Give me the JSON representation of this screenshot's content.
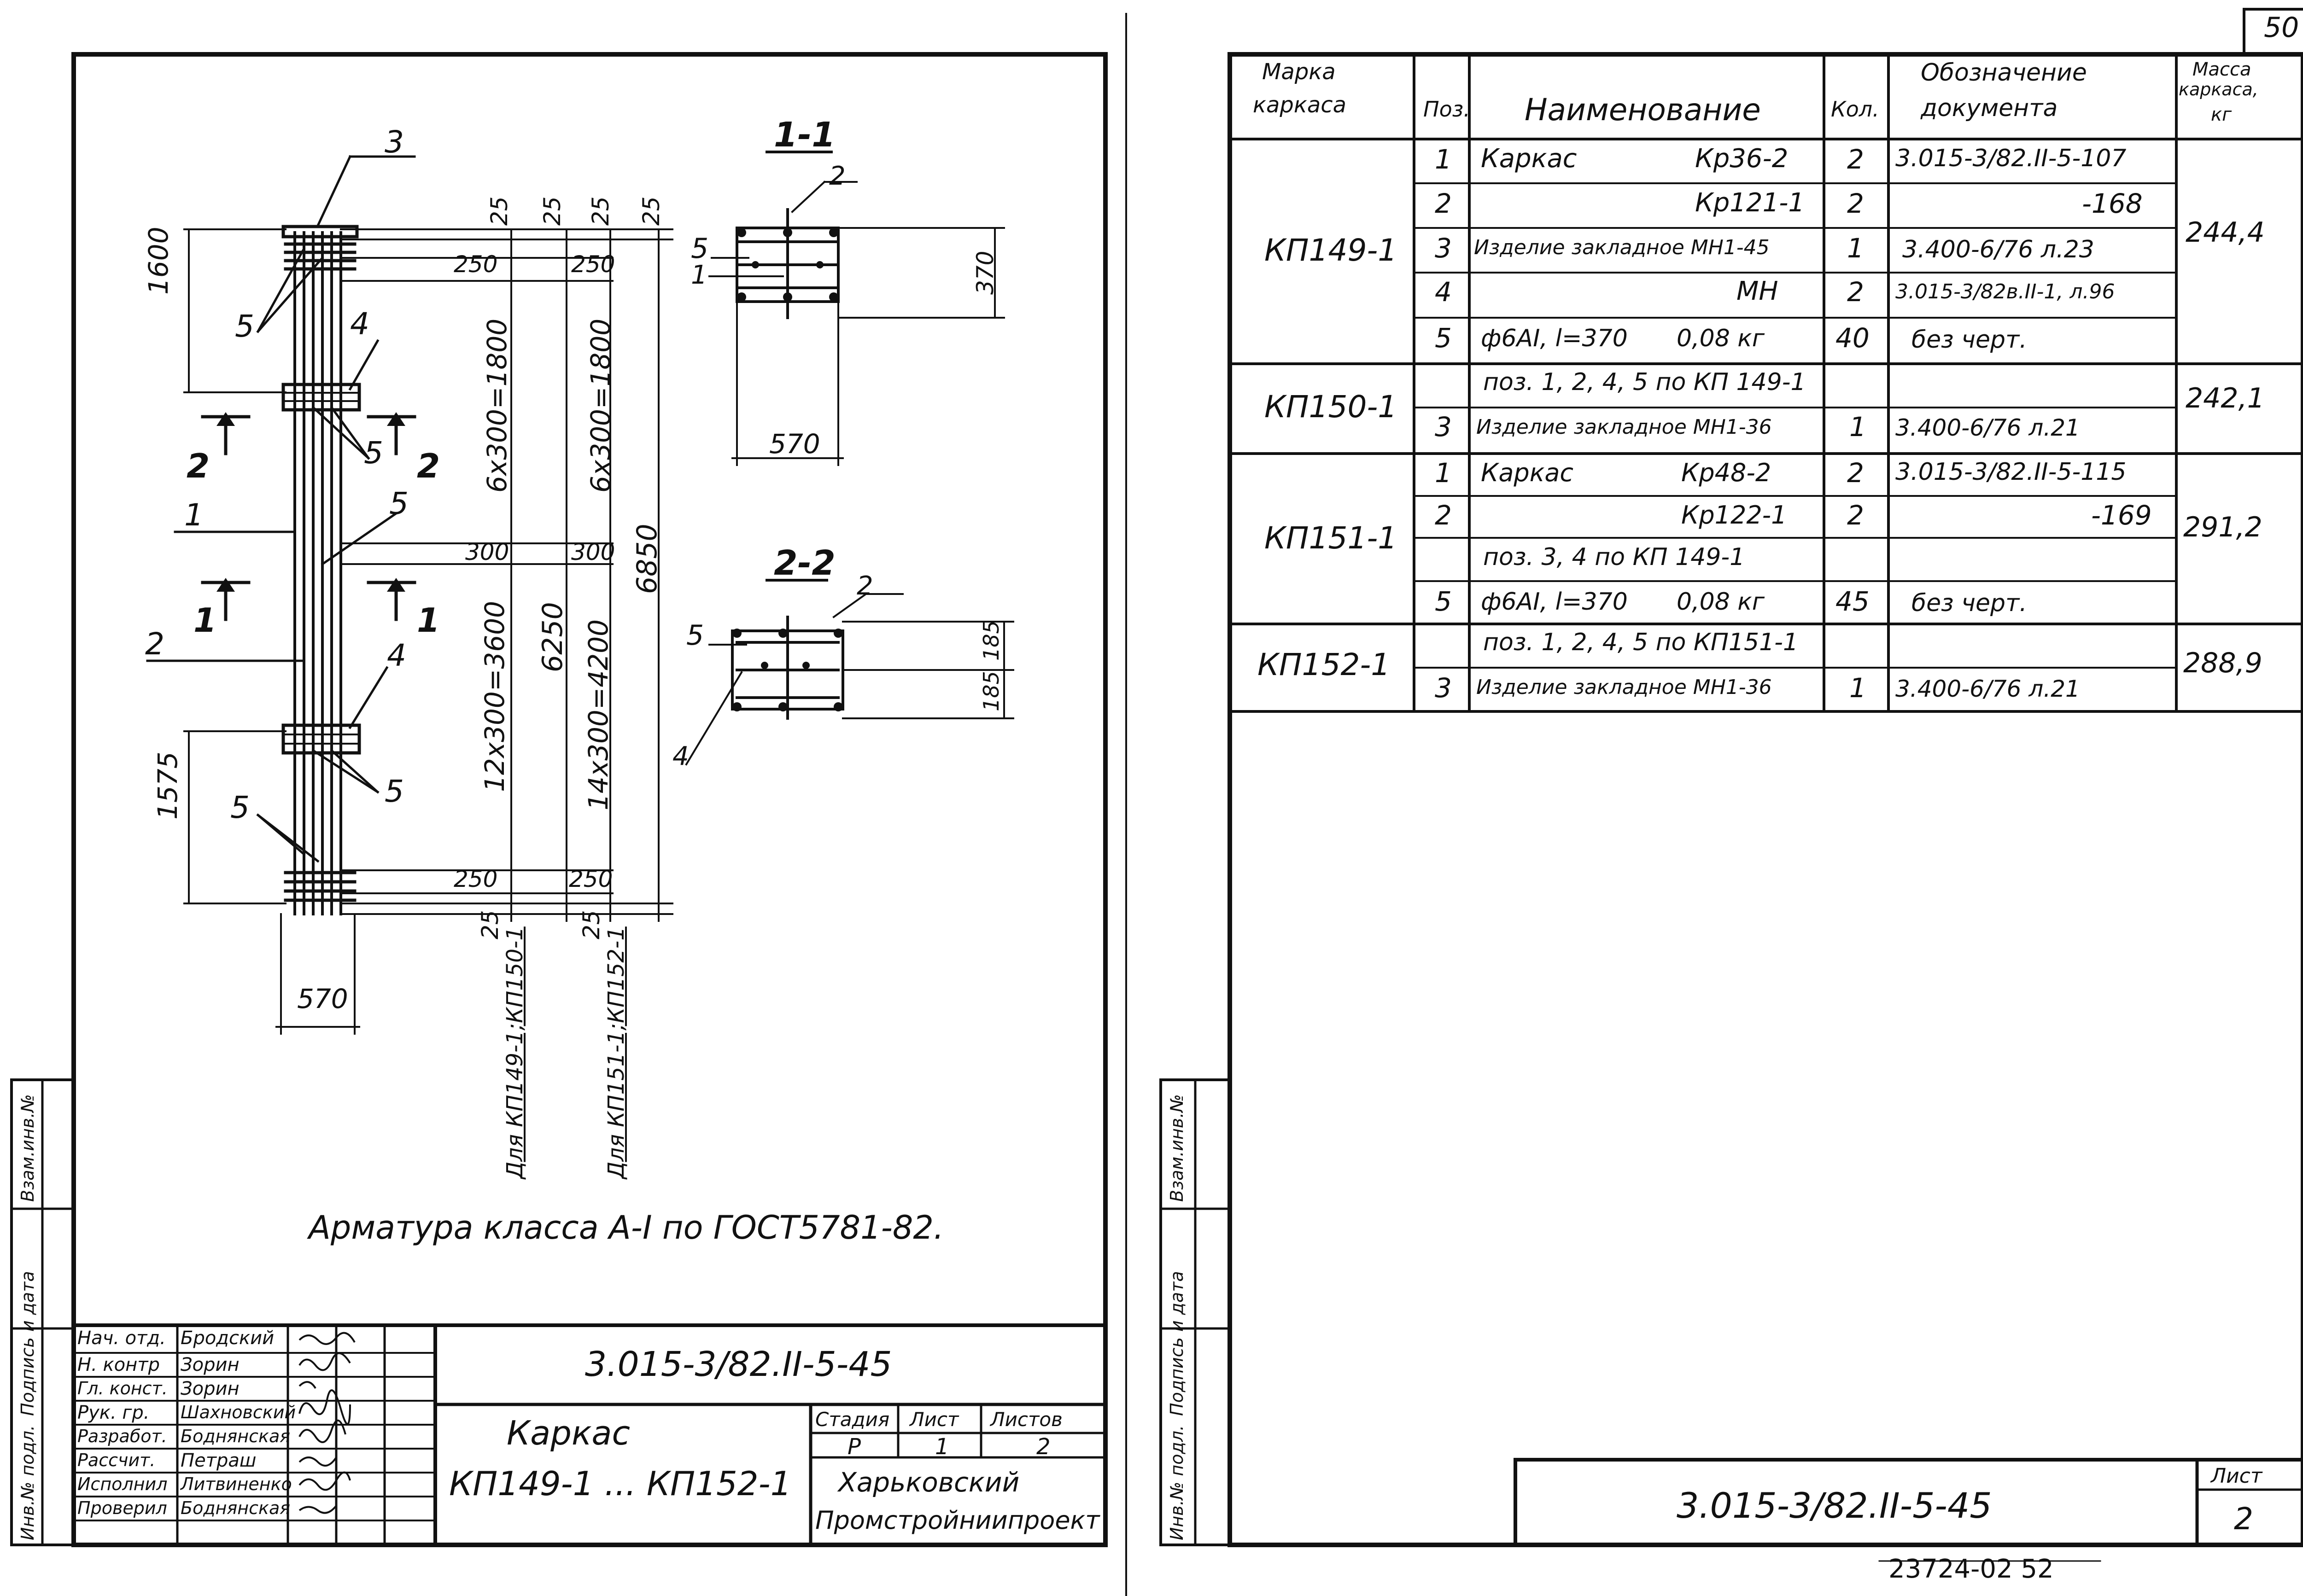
{
  "page_number": "50",
  "archive_number": "23724-02  52",
  "left_sheet": {
    "callouts": {
      "c3": "3",
      "c2": "2",
      "c4a": "4",
      "c4b": "4",
      "c5a": "5",
      "c5b": "5",
      "c5c": "5",
      "c5d": "5",
      "c5e": "5",
      "c1": "1",
      "c2b": "2"
    },
    "section_marks": {
      "s2_left": "2",
      "s2_right": "2",
      "s1_left": "1",
      "s1_right": "1"
    },
    "dims": {
      "d1600": "1600",
      "d1575": "1575",
      "d570": "570",
      "d250a": "250",
      "d250b": "250",
      "d250c": "250",
      "d250d": "250",
      "d300a": "300",
      "d300b": "300",
      "d25a": "25",
      "d25b": "25",
      "d25c": "25",
      "d25d": "25",
      "d25e": "25",
      "d25f": "25",
      "d6x300a": "6x300=1800",
      "d6x300b": "6x300=1800",
      "d12x300": "12x300=3600",
      "d14x300": "14x300=4200",
      "d6250": "6250",
      "d6850": "6850",
      "for_a": "Для КП149-1;КП150-1",
      "for_b": "Для КП151-1;КП152-1"
    },
    "section_11": {
      "title": "1-1",
      "dim_width": "570",
      "dim_height": "370",
      "pos5": "5",
      "pos2": "2",
      "pos1": "1"
    },
    "section_22": {
      "title": "2-2",
      "dim_h1": "185",
      "dim_h2": "185",
      "pos5": "5",
      "pos2": "2",
      "pos4": "4"
    },
    "note": "Арматура класса А-I по ГОСТ5781-82.",
    "side_stamp": [
      "Инв.№ подл.",
      "Подпись и дата",
      "Взам.инв.№"
    ],
    "title_block": {
      "roles": [
        "Нач. отд.",
        "Н. контр",
        "Гл. конст.",
        "Рук. гр.",
        "Разработ.",
        "Рассчит.",
        "Исполнил",
        "Проверил"
      ],
      "names": [
        "Бродский",
        "Зорин",
        "Зорин",
        "Шахновский",
        "Боднянская",
        "Петраш",
        "Литвиненко",
        "Боднянская"
      ],
      "doc_code": "3.015-3/82.II-5-45",
      "item_name_1": "Каркас",
      "item_name_2": "КП149-1 ... КП152-1",
      "stage_header": "Стадия",
      "sheet_header": "Лист",
      "sheets_header": "Листов",
      "stage": "Р",
      "sheet": "1",
      "sheets": "2",
      "org_1": "Харьковский",
      "org_2": "Промстройниипроект"
    }
  },
  "right_sheet": {
    "side_stamp": [
      "Инв.№ подл.",
      "Подпись и дата",
      "Взам.инв.№"
    ],
    "table_headers": {
      "mark": [
        "Марка",
        "каркаса"
      ],
      "pos": "Поз.",
      "name": "Наименование",
      "qty": "Кол.",
      "doc": [
        "Обозначение",
        "документа"
      ],
      "mass": [
        "Масса",
        "каркаса,",
        "кг"
      ]
    },
    "groups": [
      {
        "mark": "КП149-1",
        "mass": "244,4",
        "rows": [
          {
            "pos": "1",
            "name": "Каркас",
            "name_right": "Кр36-2",
            "qty": "2",
            "doc": "3.015-3/82.II-5-107"
          },
          {
            "pos": "2",
            "name": "",
            "name_right": "Кр121-1",
            "qty": "2",
            "doc": "-168"
          },
          {
            "pos": "3",
            "name": "Изделие закладное МН1-45",
            "name_right": "",
            "qty": "1",
            "doc": "3.400-6/76  л.23"
          },
          {
            "pos": "4",
            "name": "",
            "name_right": "МН",
            "qty": "2",
            "doc": "3.015-3/82в.II-1, л.96"
          },
          {
            "pos": "5",
            "name": "ф6АI, l=370",
            "name_right": "0,08 кг",
            "qty": "40",
            "doc": "без черт."
          }
        ]
      },
      {
        "mark": "КП150-1",
        "mass": "242,1",
        "rows": [
          {
            "pos": "",
            "name": "поз. 1, 2, 4, 5 по КП 149-1",
            "name_right": "",
            "qty": "",
            "doc": ""
          },
          {
            "pos": "3",
            "name": "Изделие закладное МН1-36",
            "name_right": "",
            "qty": "1",
            "doc": "3.400-6/76  л.21"
          }
        ]
      },
      {
        "mark": "КП151-1",
        "mass": "291,2",
        "rows": [
          {
            "pos": "1",
            "name": "Каркас",
            "name_right": "Кр48-2",
            "qty": "2",
            "doc": "3.015-3/82.II-5-115"
          },
          {
            "pos": "2",
            "name": "",
            "name_right": "Кр122-1",
            "qty": "2",
            "doc": "-169"
          },
          {
            "pos": "",
            "name": "поз. 3, 4 по КП 149-1",
            "name_right": "",
            "qty": "",
            "doc": ""
          },
          {
            "pos": "5",
            "name": "ф6АI, l=370",
            "name_right": "0,08 кг",
            "qty": "45",
            "doc": "без черт."
          }
        ]
      },
      {
        "mark": "КП152-1",
        "mass": "288,9",
        "rows": [
          {
            "pos": "",
            "name": "поз. 1, 2, 4, 5 по КП151-1",
            "name_right": "",
            "qty": "",
            "doc": ""
          },
          {
            "pos": "3",
            "name": "Изделие закладное МН1-36",
            "name_right": "",
            "qty": "1",
            "doc": "3.400-6/76  л.21"
          }
        ]
      }
    ],
    "footer": {
      "doc_code": "3.015-3/82.II-5-45",
      "sheet_label": "Лист",
      "sheet_no": "2"
    }
  }
}
